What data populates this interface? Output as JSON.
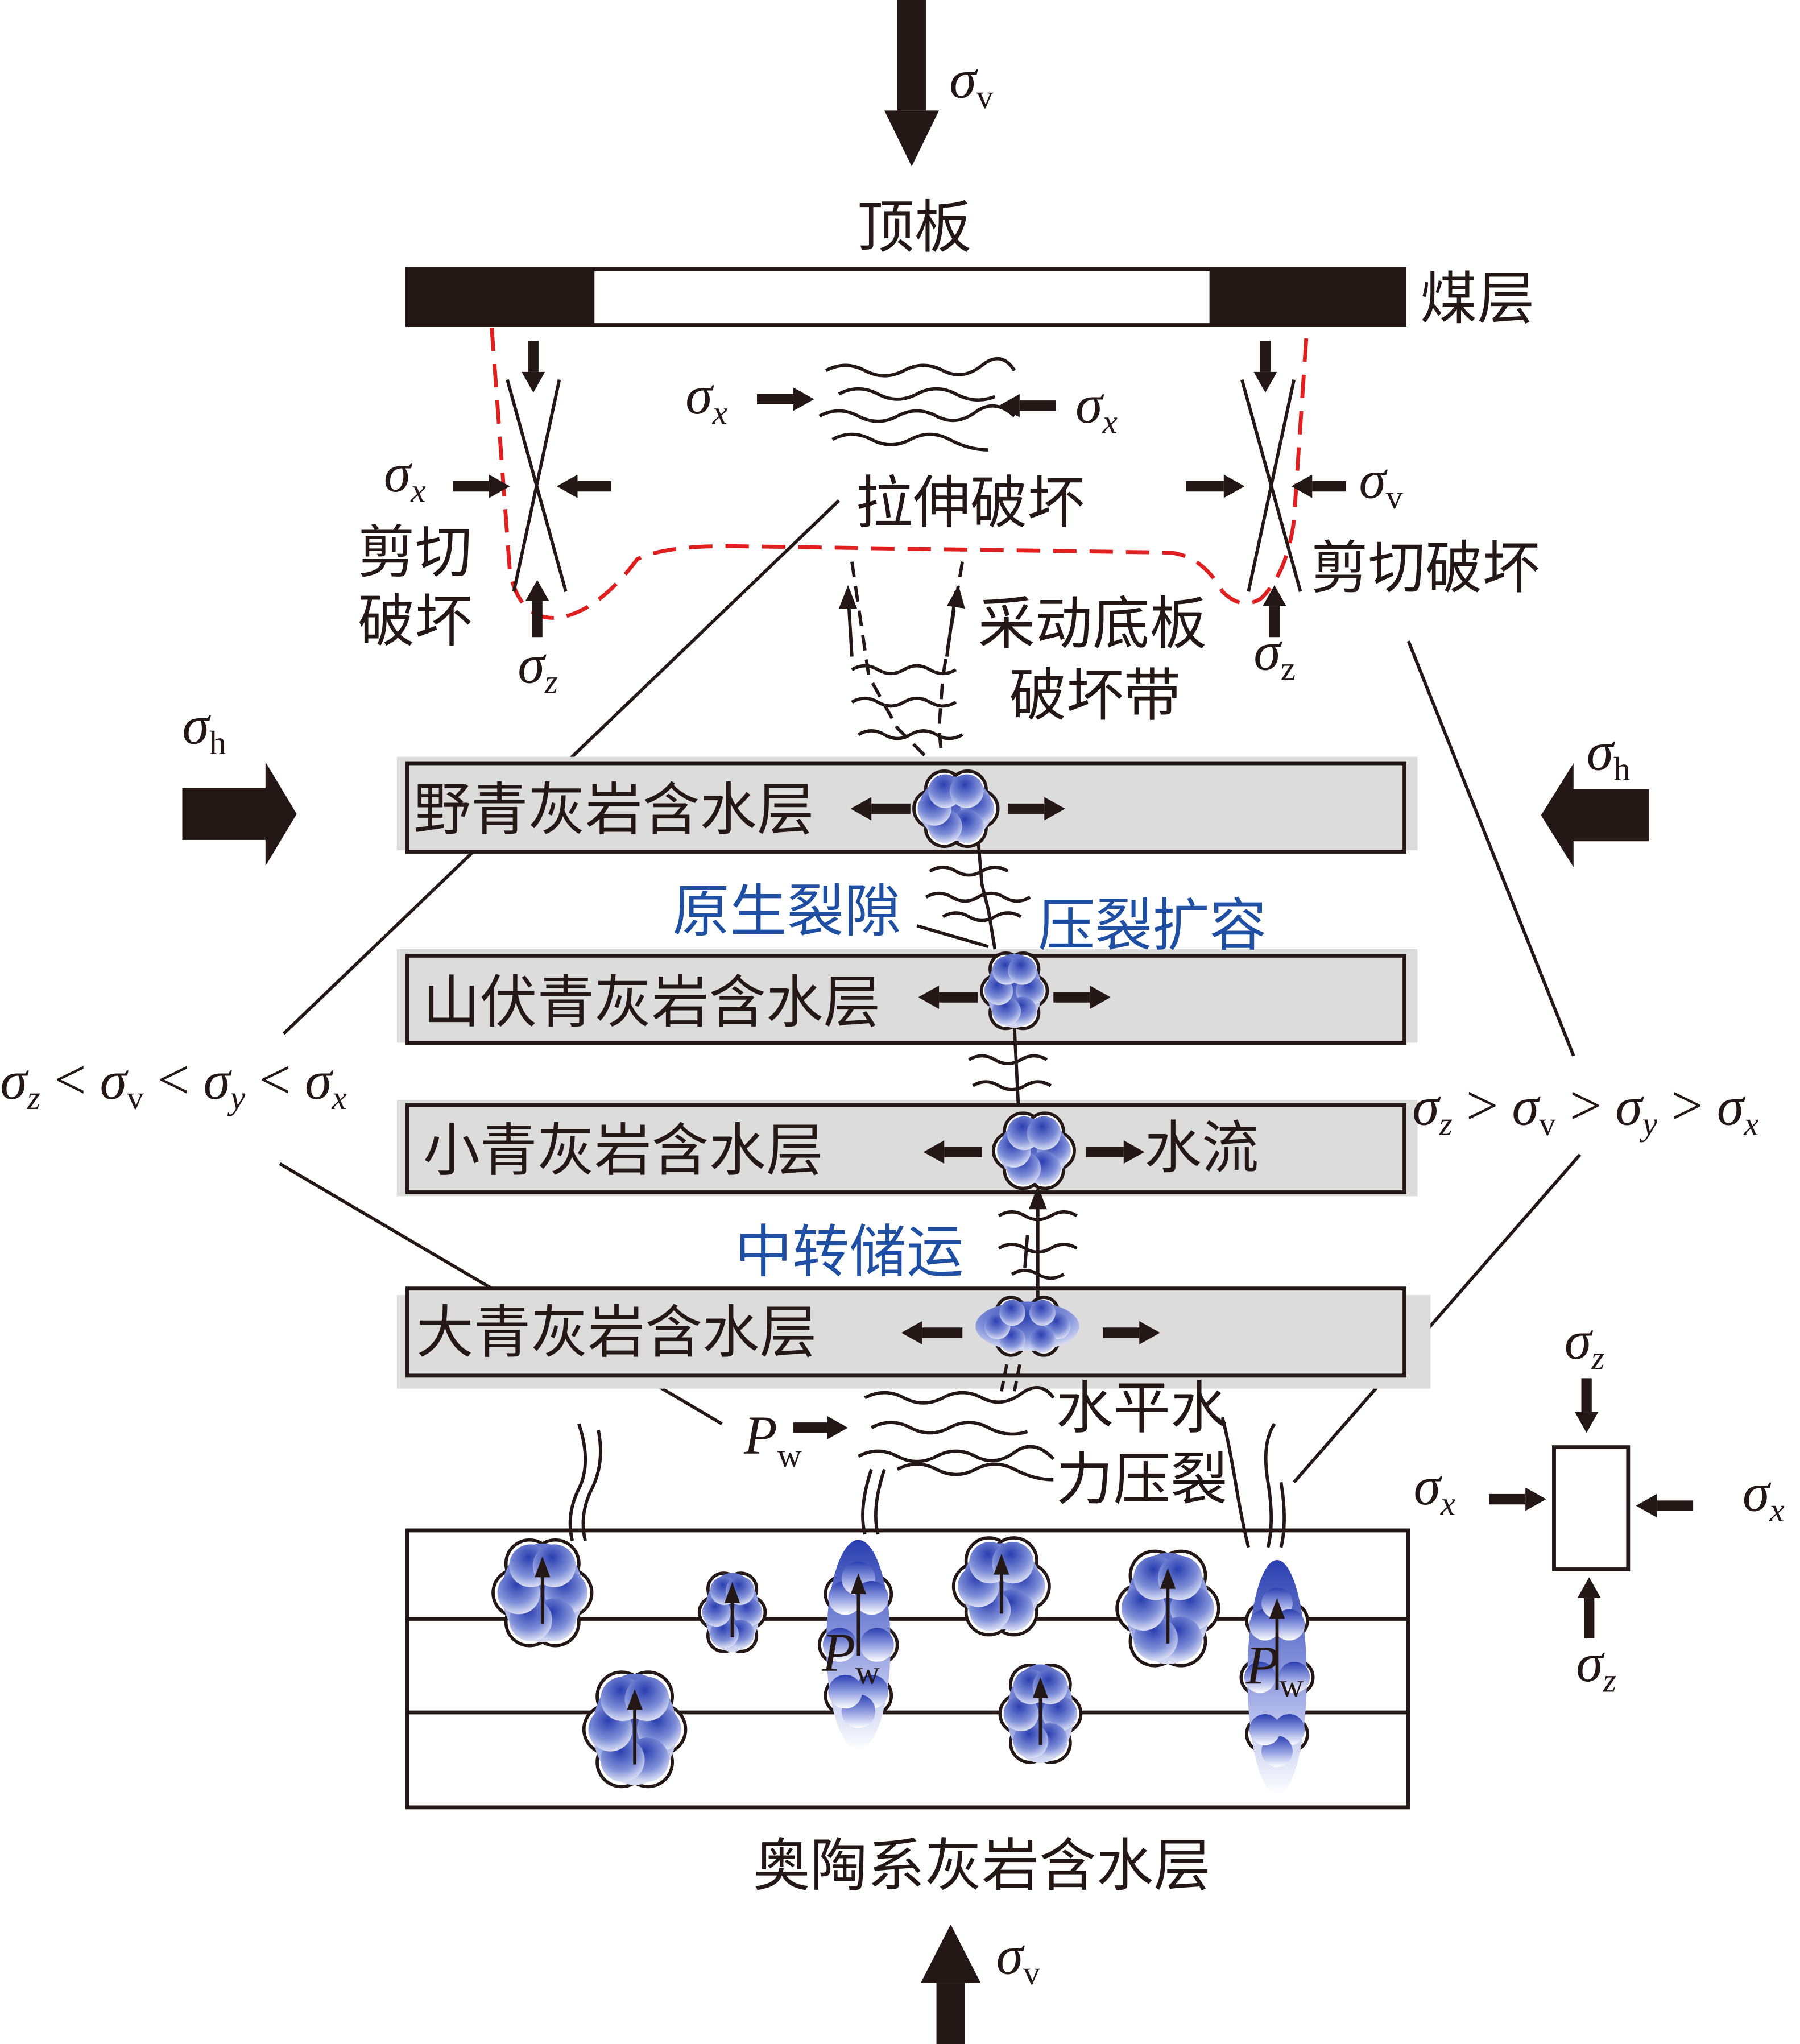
{
  "colors": {
    "blue_text": "#1f4fa3",
    "red_dash": "#e02020",
    "layer_gray": "#dcdcdc",
    "cloud_blue": "#2a3fb0"
  },
  "stress_top": {
    "sym": "σ",
    "sub": "v"
  },
  "roof_label": "顶板",
  "coal_label": "煤层",
  "tension": {
    "left": {
      "sym": "σ",
      "sub": "x"
    },
    "right": {
      "sym": "σ",
      "sub": "x"
    },
    "label": "拉伸破坏"
  },
  "shear_left": {
    "sx": {
      "sym": "σ",
      "sub": "x"
    },
    "sz": {
      "sym": "σ",
      "sub": "z"
    },
    "label_line1": "剪切",
    "label_line2": "破坏"
  },
  "shear_right": {
    "sv": {
      "sym": "σ",
      "sub": "v"
    },
    "sz": {
      "sym": "σ",
      "sub": "z"
    },
    "label": "剪切破坏"
  },
  "floor_zone": {
    "line1": "采动底板",
    "line2": "破坏带"
  },
  "sigma_h_left": {
    "sym": "σ",
    "sub": "h"
  },
  "sigma_h_right": {
    "sym": "σ",
    "sub": "h"
  },
  "layers": [
    {
      "label": "野青灰岩含水层"
    },
    {
      "label": "山伏青灰岩含水层"
    },
    {
      "label": "小青灰岩含水层"
    },
    {
      "label": "大青灰岩含水层"
    }
  ],
  "annotations": {
    "primary_fracture": "原生裂隙",
    "frac_expansion": "压裂扩容",
    "water_flow": "水流",
    "relay_storage": "中转储运",
    "hydrofrac_line1": "水平水",
    "hydrofrac_line2": "力压裂"
  },
  "inequality_left": {
    "terms": [
      {
        "sym": "σ",
        "sub": "z"
      },
      {
        "sym": "σ",
        "sub": "v"
      },
      {
        "sym": "σ",
        "sub": "y"
      },
      {
        "sym": "σ",
        "sub": "x"
      }
    ],
    "ops": [
      "<",
      "<",
      "<"
    ]
  },
  "inequality_right": {
    "terms": [
      {
        "sym": "σ",
        "sub": "z"
      },
      {
        "sym": "σ",
        "sub": "v"
      },
      {
        "sym": "σ",
        "sub": "y"
      },
      {
        "sym": "σ",
        "sub": "x"
      }
    ],
    "ops": [
      ">",
      ">",
      ">"
    ]
  },
  "pw": {
    "sym": "P",
    "sub": "w"
  },
  "element_box": {
    "top": {
      "sym": "σ",
      "sub": "z"
    },
    "bottom": {
      "sym": "σ",
      "sub": "z"
    },
    "left": {
      "sym": "σ",
      "sub": "x"
    },
    "right": {
      "sym": "σ",
      "sub": "x"
    }
  },
  "ordovician_label": "奥陶系灰岩含水层",
  "stress_bottom": {
    "sym": "σ",
    "sub": "v"
  }
}
